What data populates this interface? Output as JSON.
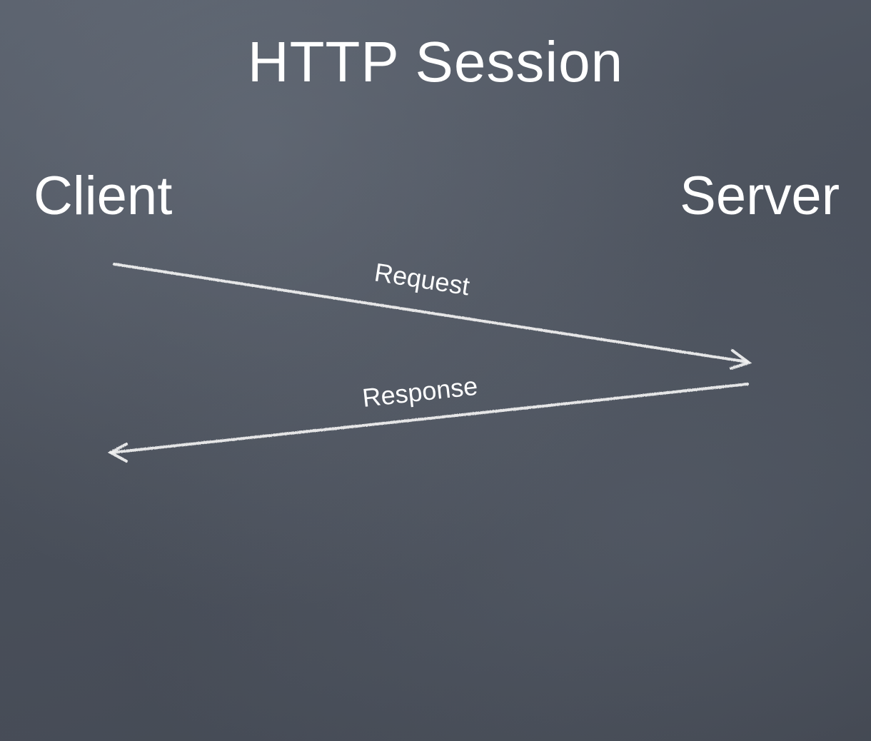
{
  "slide": {
    "title": "HTTP Session"
  },
  "participants": {
    "client": "Client",
    "server": "Server"
  },
  "messages": {
    "request": "Request",
    "response": "Response"
  },
  "colors": {
    "background": "#4b515c",
    "chalk": "#f2f2f2"
  }
}
